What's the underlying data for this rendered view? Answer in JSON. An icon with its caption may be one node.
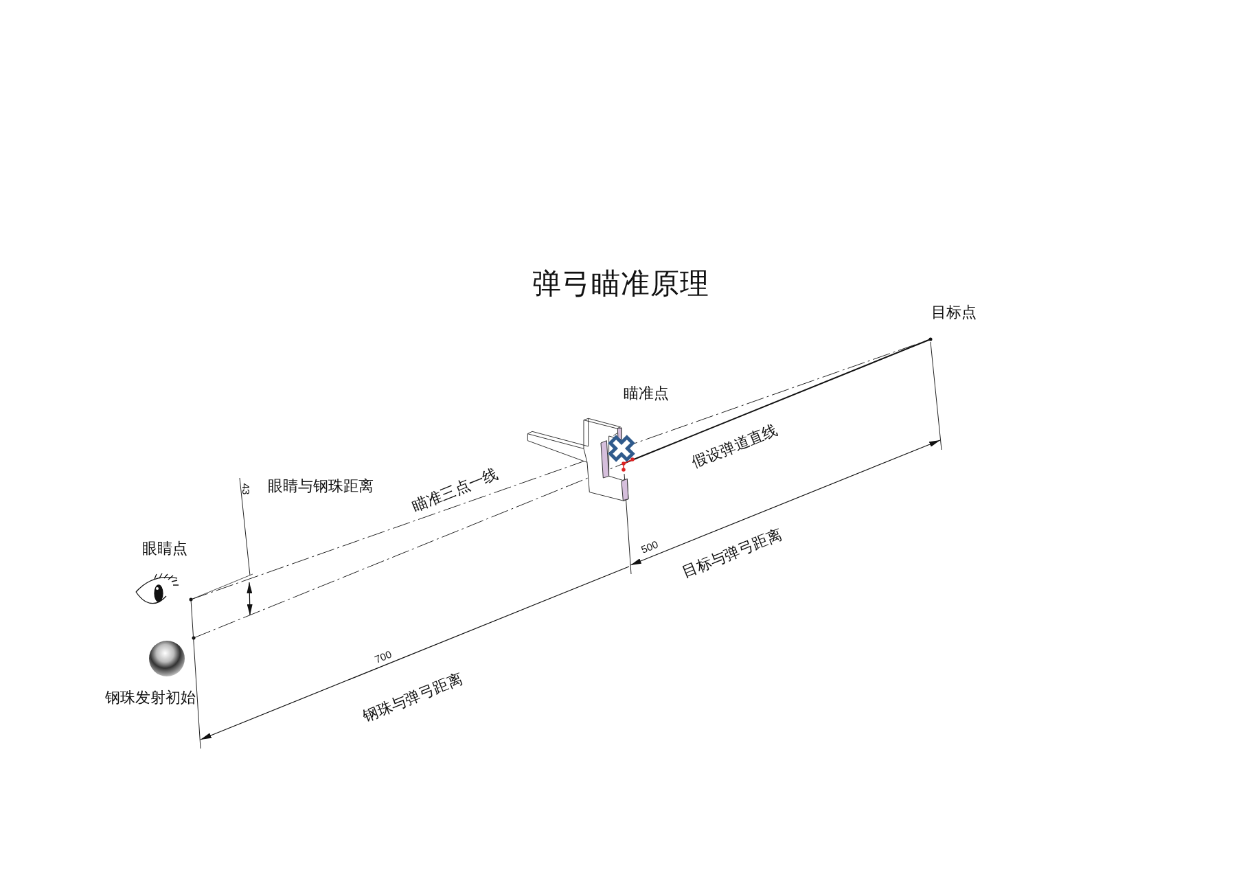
{
  "diagram": {
    "title": "弹弓瞄准原理",
    "labels": [
      "目标点",
      "瞄准点",
      "假设弹道直线",
      "43",
      "眼睛与钢珠距离",
      "瞄准三点一线",
      "眼睛点",
      "500",
      "目标与弹弓距离",
      "700",
      "钢珠发射初始",
      "钢珠与弹弓距离"
    ]
  }
}
